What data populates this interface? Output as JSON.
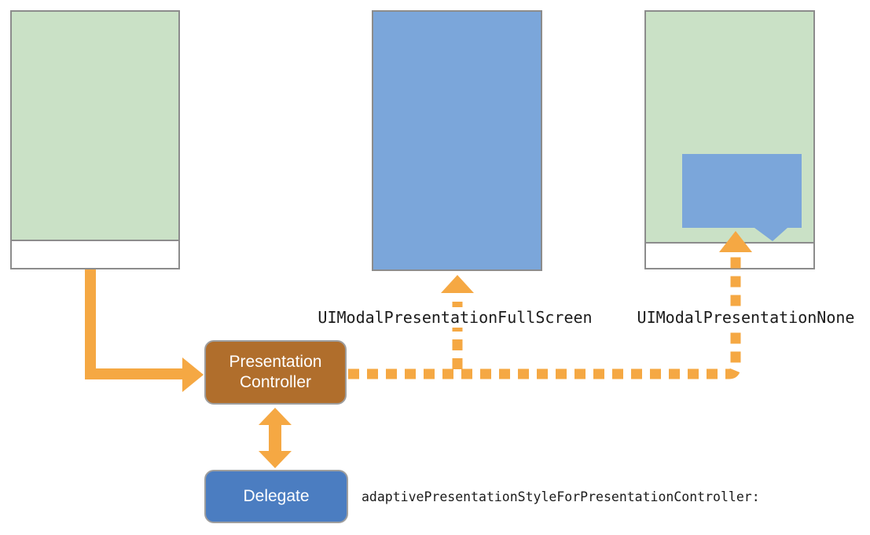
{
  "colors": {
    "canvas_bg": "#ffffff",
    "device_border": "#8c8c8c",
    "screen_green": "#cae1c6",
    "screen_blue": "#7ba6da",
    "popover_blue": "#7ba6da",
    "arrow_orange": "#f5a843",
    "controller_fill": "#b06e2c",
    "delegate_fill": "#4b7dc1",
    "node_border": "#9e9e9e",
    "node_text": "#ffffff",
    "label_text": "#1b1b1b"
  },
  "nodes": {
    "presentation_controller": {
      "line1": "Presentation",
      "line2": "Controller"
    },
    "delegate": {
      "label": "Delegate"
    }
  },
  "labels": {
    "fullscreen": "UIModalPresentationFullScreen",
    "none": "UIModalPresentationNone",
    "delegate_method": "adaptivePresentationStyleForPresentationController:"
  }
}
